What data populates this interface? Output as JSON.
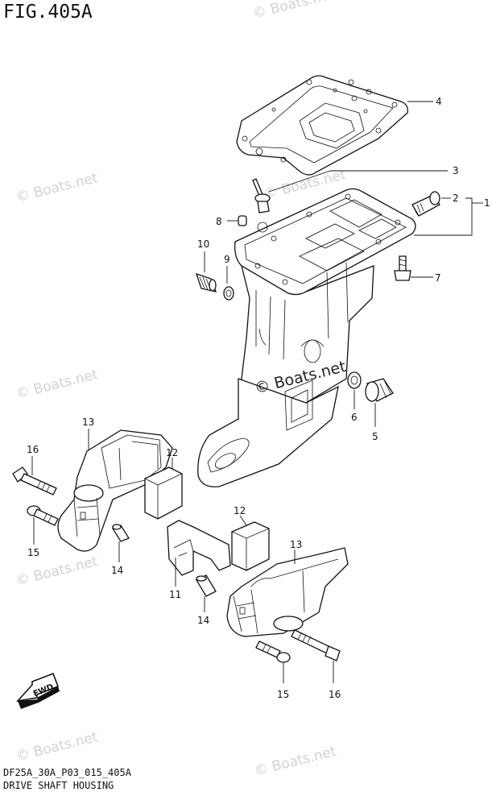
{
  "figure": {
    "title": "FIG.405A",
    "code": "DF25A_30A_P03_015_405A",
    "name": "DRIVE SHAFT HOUSING"
  },
  "watermark": {
    "text": "© Boats.net"
  },
  "direction_badge": {
    "label": "FWD"
  },
  "callouts": {
    "c1": "1",
    "c2": "2",
    "c3": "3",
    "c4": "4",
    "c5": "5",
    "c6": "6",
    "c7": "7",
    "c8": "8",
    "c9": "9",
    "c10": "10",
    "c11": "11",
    "c12a": "12",
    "c12b": "12",
    "c13a": "13",
    "c13b": "13",
    "c14a": "14",
    "c14b": "14",
    "c15a": "15",
    "c15b": "15",
    "c16a": "16",
    "c16b": "16"
  }
}
